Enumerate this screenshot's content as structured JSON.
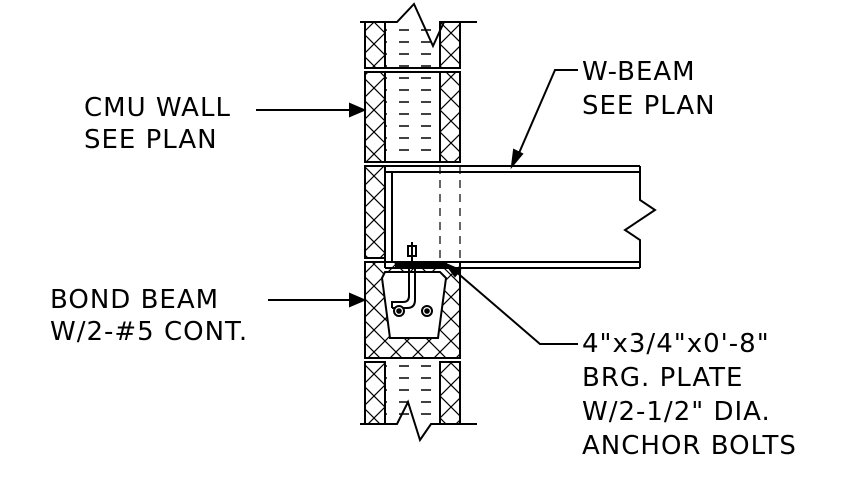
{
  "labels": {
    "w_beam": [
      "W-BEAM",
      "SEE PLAN"
    ],
    "cmu_wall": [
      "CMU WALL",
      "SEE PLAN"
    ],
    "bond_beam": [
      "BOND BEAM",
      "W/2-#5 CONT."
    ],
    "plate": [
      "4\"x3/4\"x0'-8\"",
      "BRG. PLATE",
      "W/2-1/2\" DIA.",
      "ANCHOR BOLTS"
    ]
  }
}
